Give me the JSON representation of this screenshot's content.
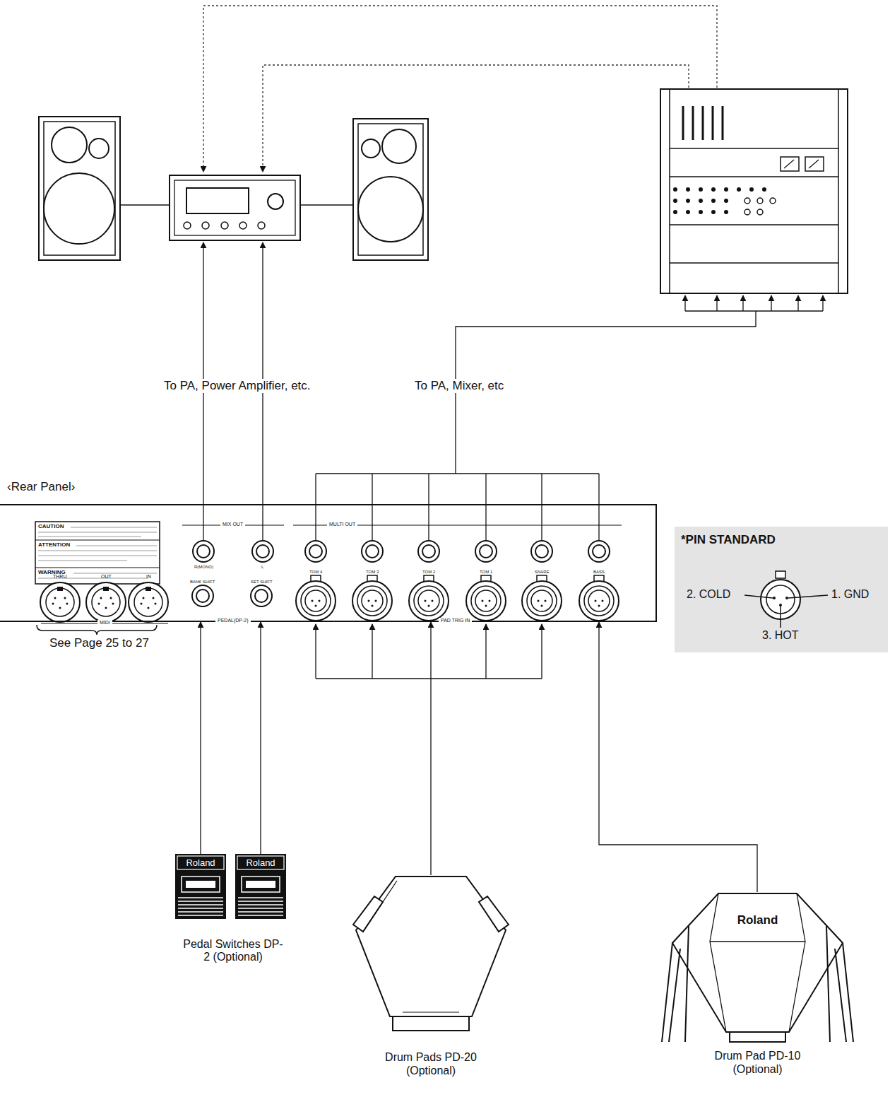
{
  "diagram": {
    "nodes": [
      {
        "text": [
          "‹Rear Panel›"
        ]
      },
      {
        "text": [
          "Roland"
        ]
      },
      {
        "text": [
          "Roland"
        ]
      },
      {
        "text": [
          "Drum Pads PD-20 (Optional)"
        ]
      },
      {
        "text": [
          "Roland",
          "Drum Pad PD-10 (Optional)"
        ]
      }
    ],
    "edges": [
      {
        "from": 1,
        "to": 0,
        "arrow": "to"
      },
      {
        "from": 2,
        "to": 0,
        "arrow": "to"
      },
      {
        "from": 3,
        "to": 0,
        "arrow": "to"
      },
      {
        "from": 4,
        "to": 0,
        "arrow": "to"
      }
    ],
    "labels": [
      "CAUTION",
      "ATTENTION",
      "WARNING",
      "THRU",
      "OUT",
      "IN",
      "MIDI",
      "MIX OUT",
      "R(MONO)",
      "L",
      "BANK SHIFT",
      "SET SHIFT",
      "PEDAL(DP-2)",
      "MULTI OUT",
      "TOM 4",
      "TOM 3",
      "TOM 2",
      "TOM 1",
      "SNARE",
      "BASS",
      "PAD TRIG IN",
      "See Page 25 to 27",
      "To PA, Power Amplifier, etc.",
      "To PA, Mixer, etc",
      "*PIN STANDARD",
      "2. COLD",
      "1. GND",
      "3. HOT",
      "Pedal Switches DP-2 (Optional)"
    ]
  }
}
